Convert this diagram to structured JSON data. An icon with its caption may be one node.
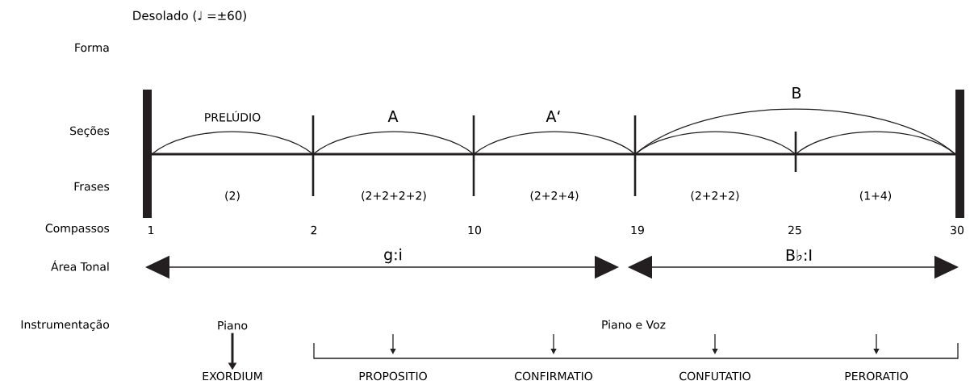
{
  "diagram": {
    "title": "Desolado (♩ =±60)",
    "nodes": [
      {
        "text": [
          "Piano"
        ]
      },
      {
        "text": [
          "EXORDIUM"
        ]
      }
    ],
    "edges": [
      {
        "from": 0,
        "to": 1,
        "arrow": "to"
      }
    ],
    "labels": [
      "Forma",
      "PRELÚDIO",
      "A",
      "A‘",
      "B",
      "Seções",
      "Frases",
      "(2)",
      "(2+2+2+2)",
      "(2+2+4)",
      "(2+2+2)",
      "(1+4)",
      "Compassos",
      "1",
      "2",
      "10",
      "19",
      "25",
      "30",
      "Área Tonal",
      "g:i",
      "B♭:I",
      "Instrumentação",
      "Piano e Voz",
      "PROPOSITIO",
      "CONFIRMATIO",
      "CONFUTATIO",
      "PERORATIO"
    ]
  }
}
